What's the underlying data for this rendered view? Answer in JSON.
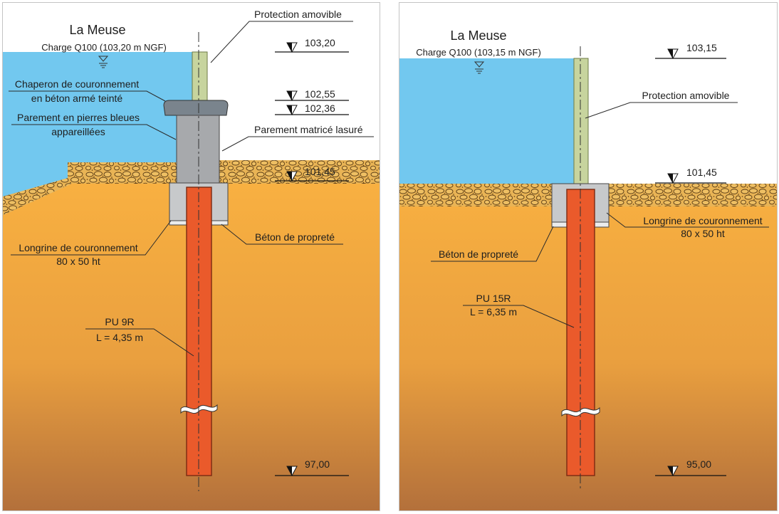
{
  "panels": [
    {
      "river_name": "La Meuse",
      "flood_level": "Charge Q100 (103,20 m NGF)",
      "removable_protection": "Protection amovible",
      "cap_label": [
        "Chaperon de couronnement",
        "en béton armé teinté"
      ],
      "stone_facing_label": [
        "Parement en pierres bleues",
        "appareillées"
      ],
      "textured_facing_label": "Parement matricé lasuré",
      "lean_concrete_label": "Béton de propreté",
      "beam_label": [
        "Longrine de couronnement",
        "80 x 50 ht"
      ],
      "sheet_pile_label": [
        "PU 9R",
        "L = 4,35 m"
      ],
      "elevations": [
        "103,20",
        "102,55",
        "102,36",
        "101,45",
        "97,00"
      ]
    },
    {
      "river_name": "La Meuse",
      "flood_level": "Charge Q100 (103,15 m NGF)",
      "removable_protection": "Protection amovible",
      "beam_label": [
        "Longrine de couronnement",
        "80 x 50 ht"
      ],
      "lean_concrete_label": "Béton de propreté",
      "sheet_pile_label": [
        "PU 15R",
        "L = 6,35 m"
      ],
      "elevations": [
        "103,15",
        "101,45",
        "95,00"
      ]
    }
  ],
  "colors": {
    "water": "#72c8ef",
    "soil_top": "#f8b041",
    "soil_mid": "#e99f3f",
    "soil_bottom": "#b3703b",
    "gravel": "#e9b455",
    "pebble": "#eebf63",
    "pebble_outline": "#5a3c16",
    "sheet_pile": "#ea5a2b",
    "beam": "#c7c9cb",
    "lean_concrete": "#ebeced",
    "cap": "#7a848d",
    "wall": "#a7a9ac",
    "removable_protection": "#c7d49e"
  }
}
